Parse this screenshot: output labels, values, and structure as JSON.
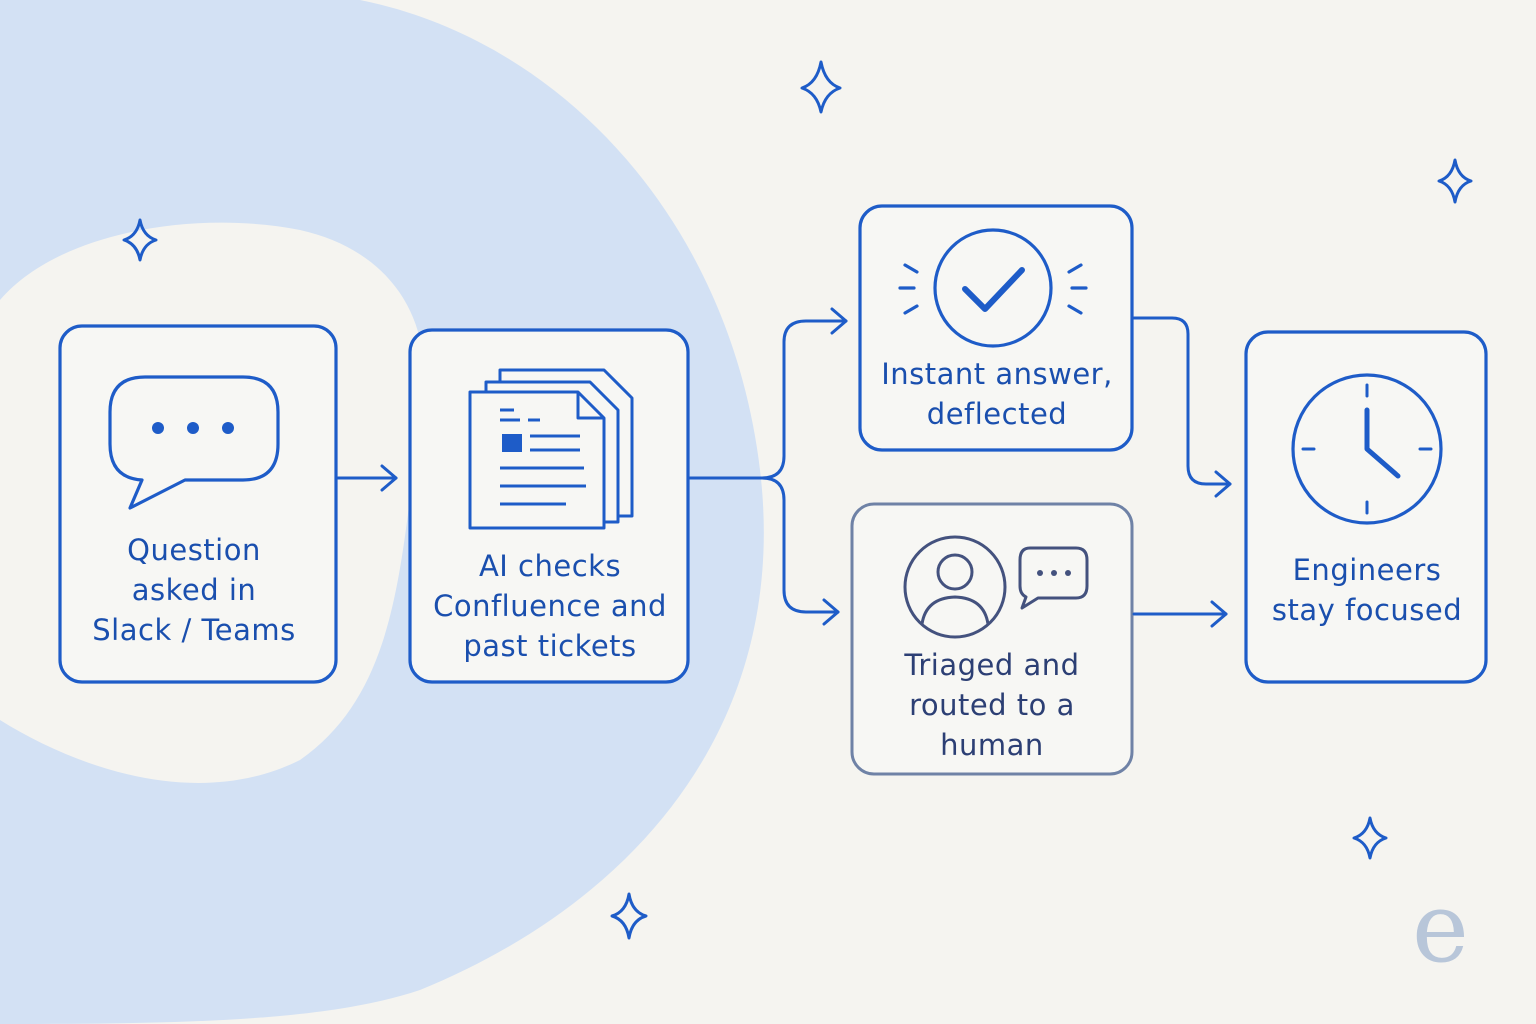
{
  "nodes": {
    "question": {
      "label": "Question\nasked in\nSlack / Teams",
      "icon": "chat-bubble-icon"
    },
    "ai_check": {
      "label": "AI checks\nConfluence and\npast tickets",
      "icon": "documents-icon"
    },
    "instant": {
      "label": "Instant answer,\ndeflected",
      "icon": "checkmark-circle-icon"
    },
    "triaged": {
      "label": "Triaged and\nrouted to a\nhuman",
      "icon": "person-chat-icon"
    },
    "focused": {
      "label": "Engineers\nstay focused",
      "icon": "clock-icon"
    }
  },
  "brand": {
    "mark": "e"
  },
  "colors": {
    "primary": "#1e5cc8",
    "muted": "#6f82a6",
    "backdrop": "#d3e1f4",
    "background": "#f5f4f0",
    "brand": "#b8c6d9"
  }
}
